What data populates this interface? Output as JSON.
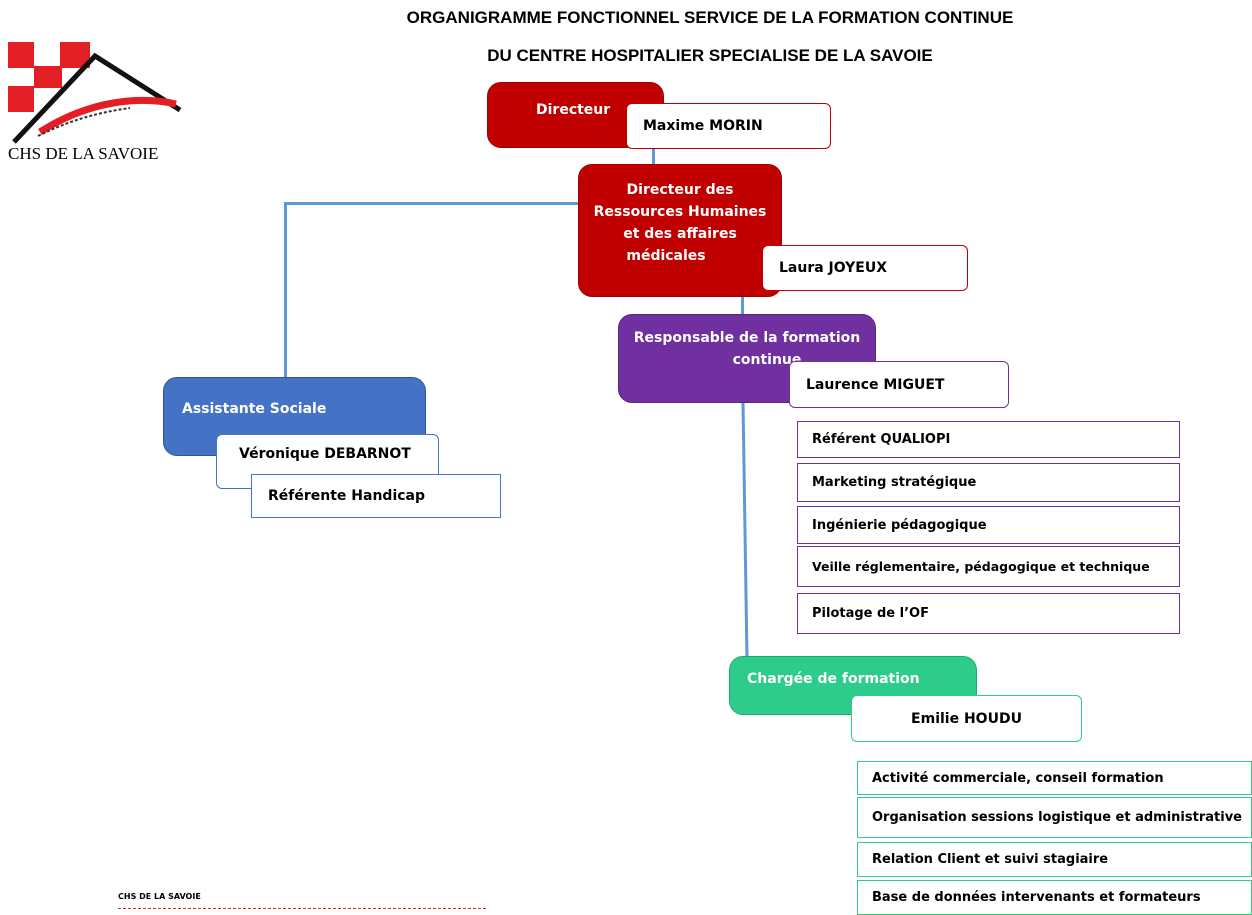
{
  "header": {
    "title_line1": "ORGANIGRAMME FONCTIONNEL SERVICE DE LA FORMATION CONTINUE",
    "title_line2": "DU CENTRE HOSPITALIER SPECIALISE DE LA SAVOIE"
  },
  "logo": {
    "text": "CHS DE LA SAVOIE",
    "small_text": "CHS DE LA SAVOIE"
  },
  "footer": {
    "label": "CHS DE LA SAVOIE"
  },
  "colors": {
    "director": "#c00000",
    "hr": "#c00000",
    "formation": "#7030a0",
    "social": "#4472c4",
    "chargee": "#2ecc8a",
    "connector": "#5b9bd5"
  },
  "nodes": {
    "director": {
      "role": "Directeur",
      "name": "Maxime MORIN"
    },
    "hr": {
      "role_lines": [
        "Directeur des",
        "Ressources Humaines",
        "et des affaires",
        "médicales"
      ],
      "name": "Laura JOYEUX"
    },
    "formation": {
      "role_lines": [
        "Responsable de la formation",
        "continue"
      ],
      "name": "Laurence MIGUET",
      "tasks": [
        "Référent QUALIOPI",
        "Marketing stratégique",
        "Ingénierie pédagogique",
        "Veille réglementaire, pédagogique et technique",
        "Pilotage de l’OF"
      ]
    },
    "social": {
      "role": "Assistante Sociale",
      "name": "Véronique DEBARNOT",
      "extra": "Référente Handicap"
    },
    "chargee": {
      "role": "Chargée de formation",
      "name": "Emilie HOUDU",
      "tasks": [
        "Activité commerciale, conseil formation",
        "Organisation sessions logistique et administrative",
        "Relation Client et suivi stagiaire",
        "Base de données intervenants et formateurs"
      ]
    }
  }
}
